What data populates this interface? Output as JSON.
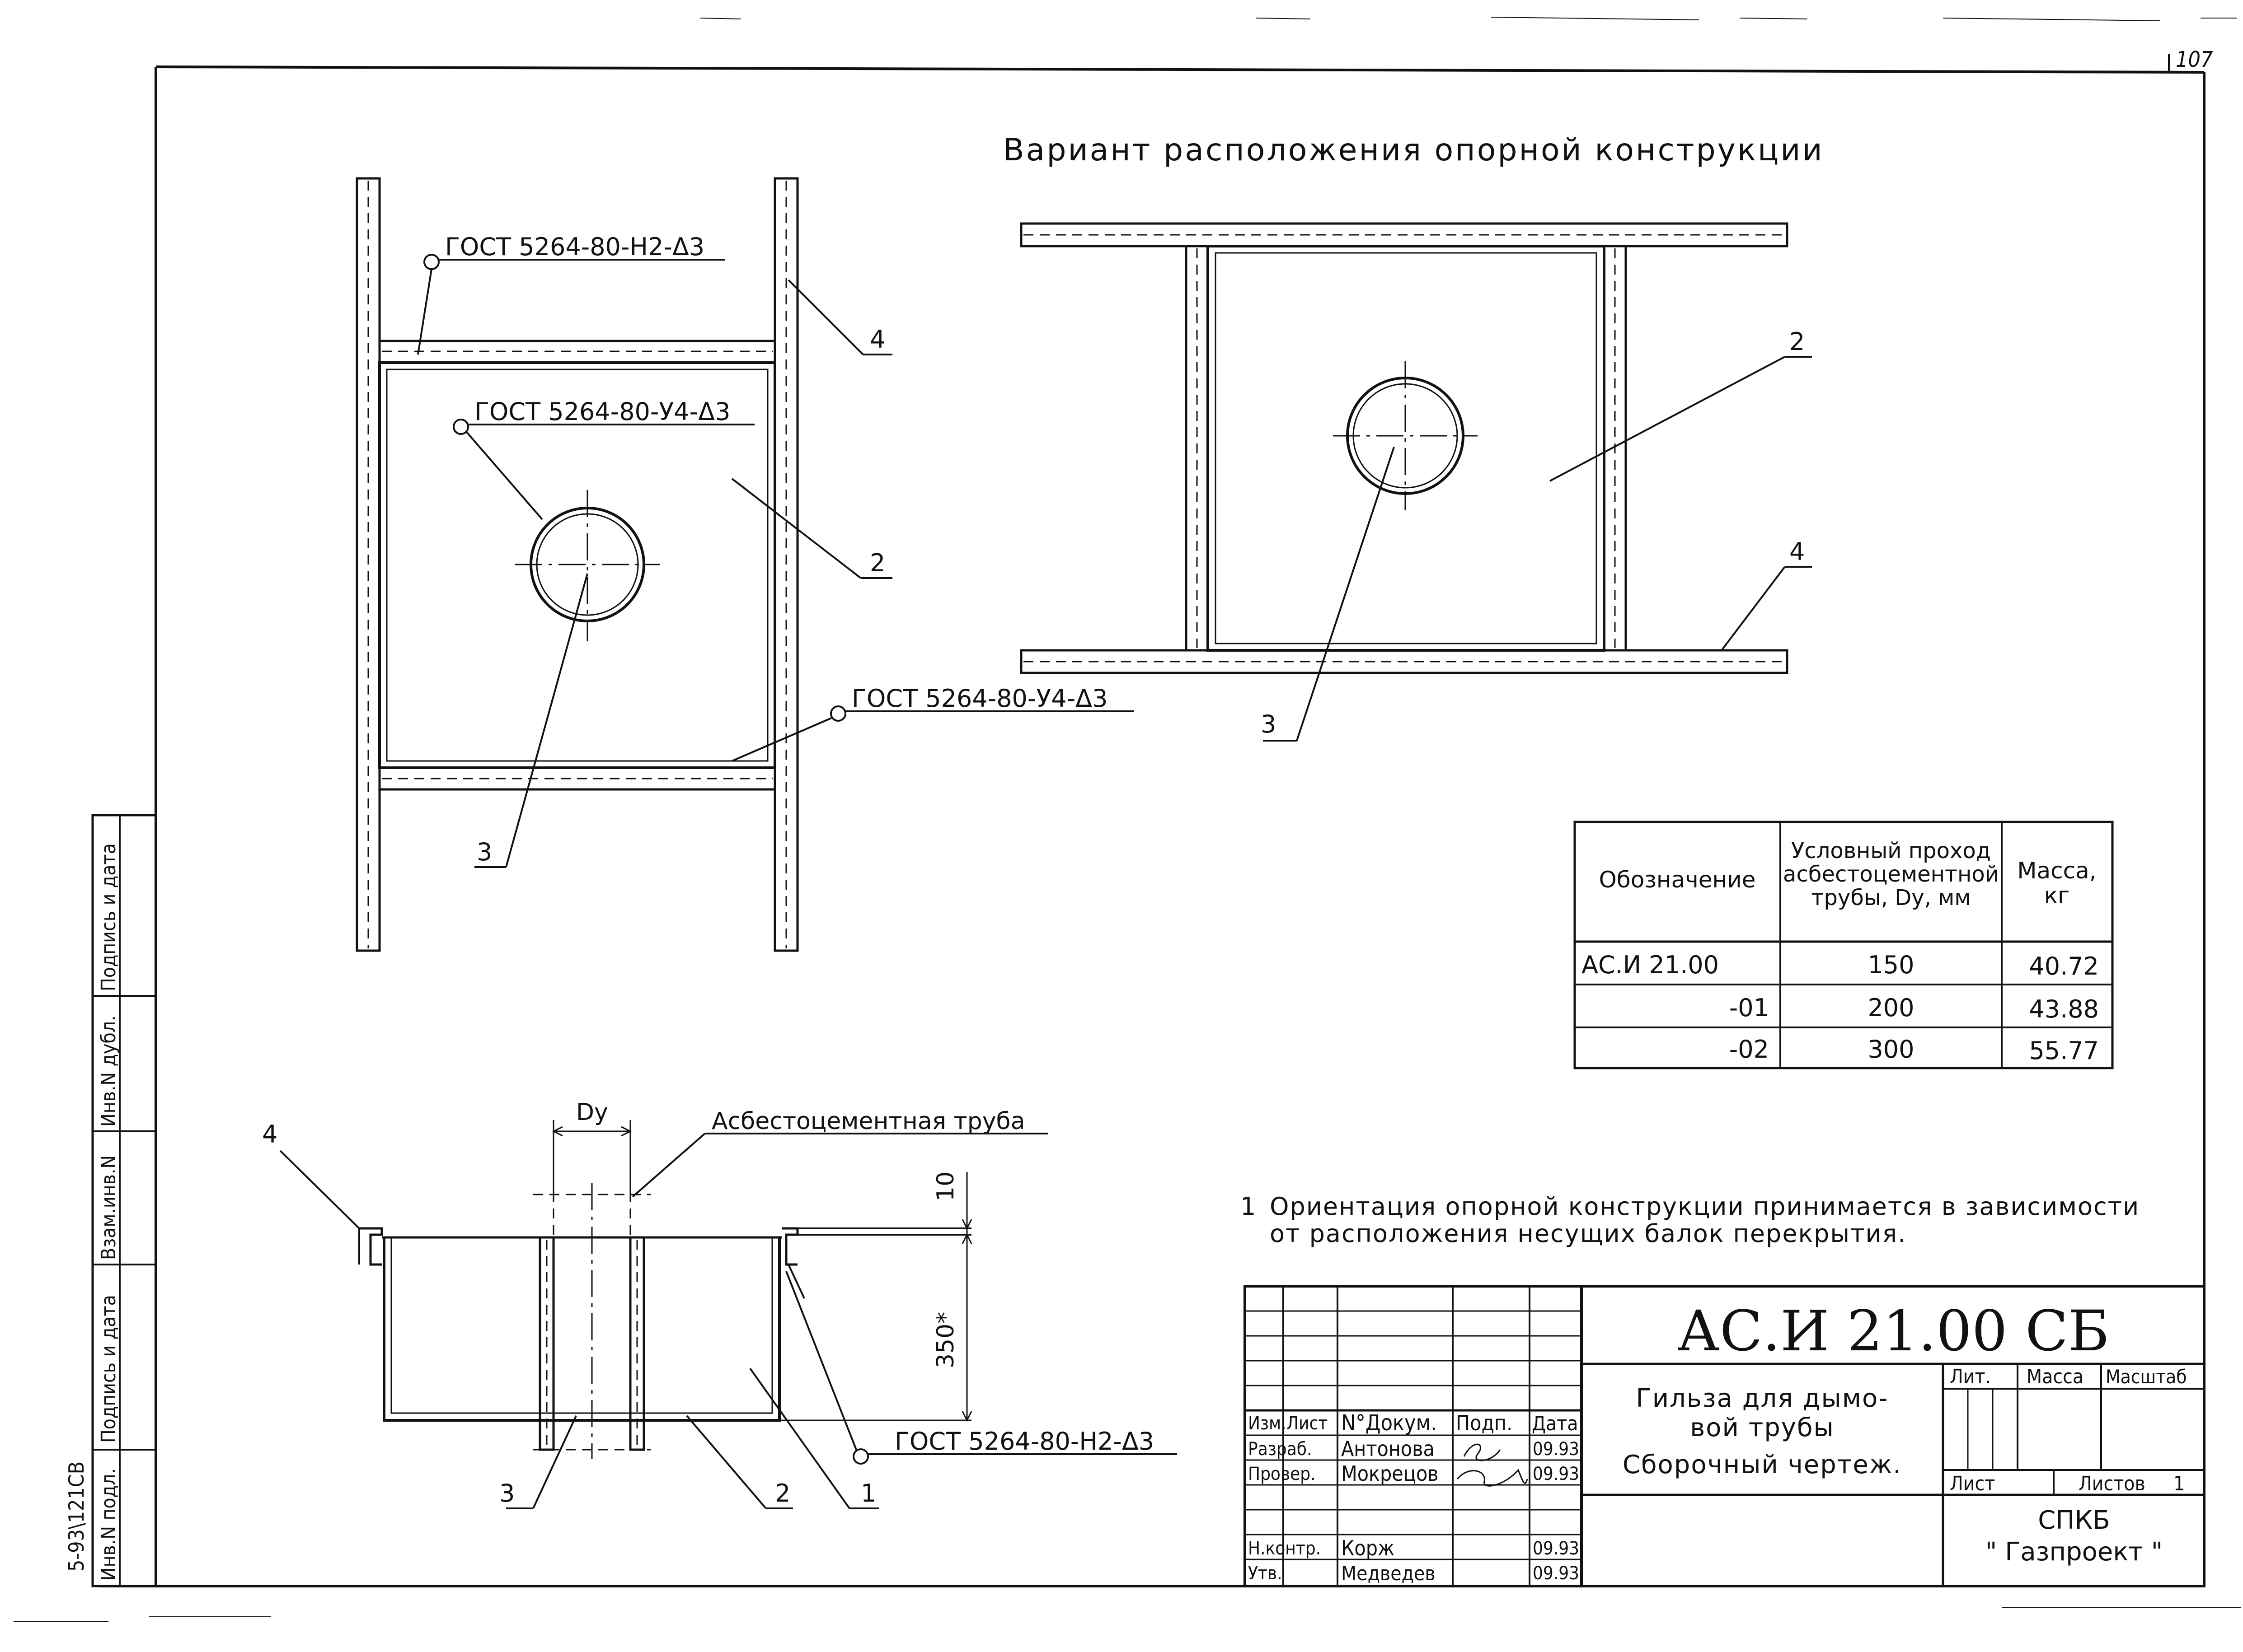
{
  "sheet": {
    "page_number": "107",
    "title": "Вариант расположения опорной конструкции",
    "note": {
      "number": "1",
      "line1": "Ориентация опорной конструкции принимается в зависимости",
      "line2": "от расположения несущих балок перекрытия."
    }
  },
  "callouts": {
    "weld_top": "ГОСТ 5264-80-Н2-Δ3",
    "weld_mid": "ГОСТ 5264-80-У4-Δ3",
    "weld_low": "ГОСТ 5264-80-У4-Δ3",
    "weld_section": "ГОСТ 5264-80-Н2-Δ3",
    "pipe_label": "Асбестоцементная труба",
    "dim_dy": "Dy",
    "dim_10": "10",
    "dim_350": "350*",
    "pos_1": "1",
    "pos_2": "2",
    "pos_3": "3",
    "pos_4": "4"
  },
  "variants_table": {
    "headers": {
      "designation": "Обозначение",
      "bore_l1": "Условный проход",
      "bore_l2": "асбестоцементной",
      "bore_l3": "трубы, Dy, мм",
      "mass_l1": "Масса,",
      "mass_l2": "кг"
    },
    "rows": [
      {
        "designation": "АС.И 21.00",
        "bore": "150",
        "mass": "40.72"
      },
      {
        "designation": "-01",
        "bore": "200",
        "mass": "43.88"
      },
      {
        "designation": "-02",
        "bore": "300",
        "mass": "55.77"
      }
    ]
  },
  "title_block": {
    "doc_code": "АС.И 21.00 СБ",
    "name_l1": "Гильза для дымо-",
    "name_l2": "вой трубы",
    "name_l3": "Сборочный чертеж.",
    "col_headers": {
      "izm": "Изм.",
      "list": "Лист",
      "doc": "N°Докум.",
      "sign": "Подп.",
      "date": "Дата"
    },
    "staff": [
      {
        "role": "Разраб.",
        "name": "Антонова",
        "date": "09.93"
      },
      {
        "role": "Провер.",
        "name": "Мокрецов",
        "date": "09.93"
      },
      {
        "role": "Н.контр.",
        "name": "Корж",
        "date": "09.93"
      },
      {
        "role": "Утв.",
        "name": "Медведев",
        "date": "09.93"
      }
    ],
    "lit": "Лит.",
    "mass": "Масса",
    "scale": "Масштаб",
    "sheet": "Лист",
    "sheets": "Листов",
    "sheets_count": "1",
    "org_l1": "СПКБ",
    "org_l2": "\" Газпроект \""
  },
  "side_stamp": {
    "inv_orig": "Инв.N подл.",
    "sign_date_1": "Подпись и дата",
    "vzam": "Взам.инв.N",
    "inv_dubl": "Инв.N дубл.",
    "sign_date_2": "Подпись и дата",
    "archive_code": "5-93\\121СВ"
  }
}
